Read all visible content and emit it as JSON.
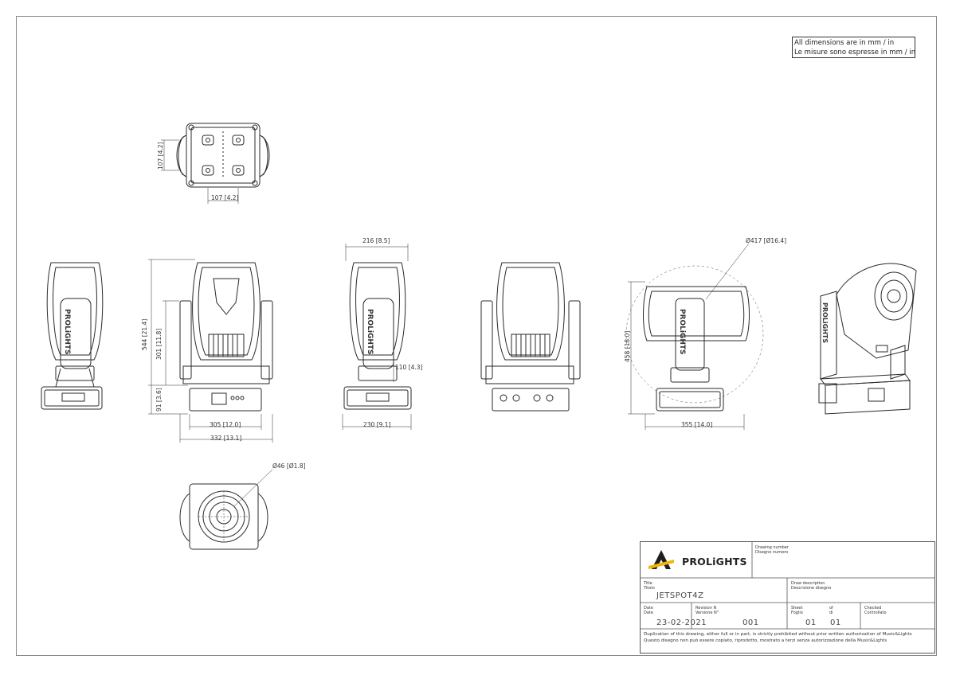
{
  "units_note": {
    "line1": "All dimensions are in mm / in",
    "line2": "Le misure sono espresse in mm / in"
  },
  "dimensions": {
    "top_view_height": "107 [4.2]",
    "top_view_width": "107 [4.2]",
    "front_total_height": "544 [21.4]",
    "front_yoke_height": "301 [11.8]",
    "front_base_height": "91 [3.6]",
    "front_base_width": "305 [12.0]",
    "front_total_width": "332 [13.1]",
    "side_top_width": "216 [8.5]",
    "side_arm_depth": "110 [4.3]",
    "side_base_width": "230 [9.1]",
    "head_diameter": "Ø417 [Ø16.4]",
    "tilted_height": "458 [18.0]",
    "tilted_width": "355 [14.0]",
    "lens_diameter": "Ø46 [Ø1.8]"
  },
  "logo_text": "PROLiGHTS",
  "arm_text": "PROLiGHTS",
  "title_block": {
    "drawing_number_label_en": "Drawing number",
    "drawing_number_label_it": "Disegno numero",
    "title_label_en": "Title",
    "title_label_it": "Titolo",
    "title_value": "JETSPOT4Z",
    "desc_label_en": "Draw description",
    "desc_label_it": "Descrizione disegno",
    "date_label_en": "Date",
    "date_label_it": "Date",
    "date_value": "23-02-2021",
    "revision_label_en": "Revision N",
    "revision_label_it": "Versione N°",
    "revision_value": "001",
    "sheet_label_en": "Sheet",
    "sheet_label_it": "Foglio",
    "of_label_en": "of",
    "of_label_it": "di",
    "sheet_value": "01",
    "of_value": "01",
    "checked_label_en": "Checked",
    "checked_label_it": "Controllato",
    "note_en": "Duplication of this drawing, either full or in part, is strictly prohibited without prior written authorization of Music&Lights",
    "note_it": "Questo disegno non può essere copiato, riprodotto, mostrato a terzi senza autorizzazione della Music&Lights"
  },
  "colors": {
    "line": "#2a2a2a",
    "logo_yellow": "#f2b705"
  }
}
